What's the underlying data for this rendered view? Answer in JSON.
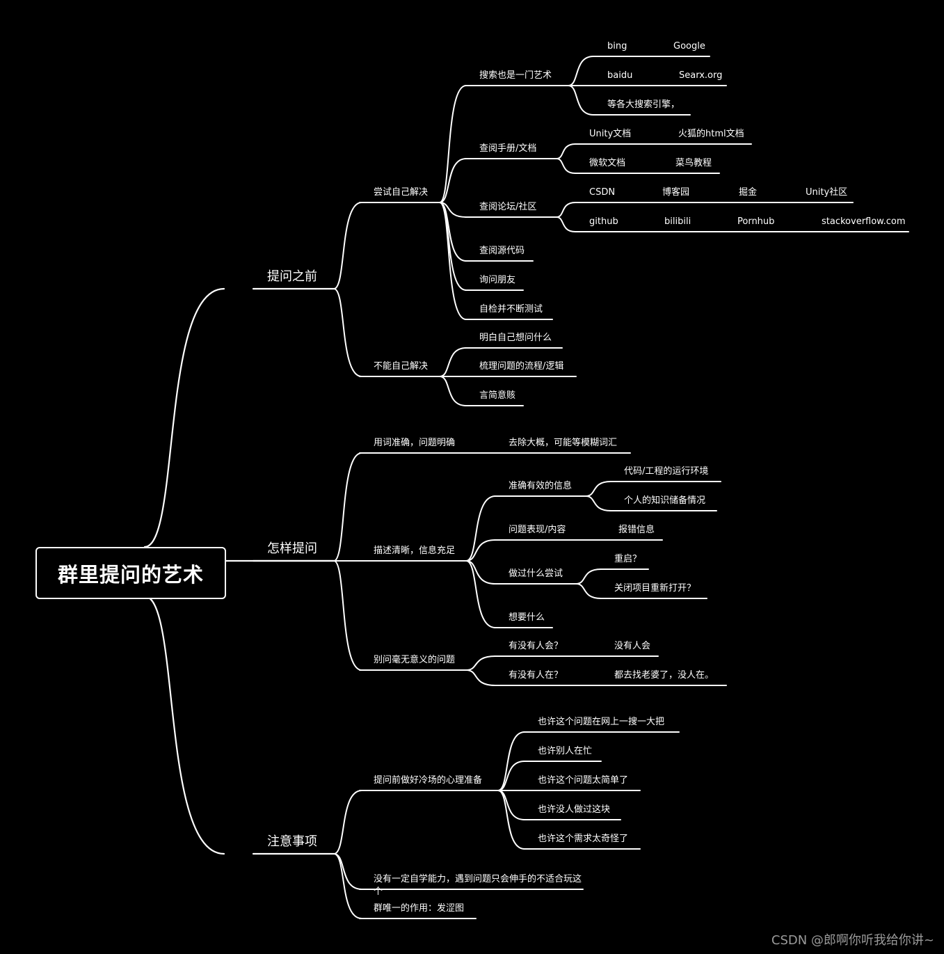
{
  "root": "群里提问的艺术",
  "branches": {
    "before": {
      "label": "提问之前",
      "self": {
        "label": "尝试自己解决",
        "search": {
          "label": "搜索也是一门艺术",
          "items": [
            "bing",
            "Google",
            "baidu",
            "Searx.org",
            "等各大搜索引擎，"
          ]
        },
        "docs": {
          "label": "查阅手册/文档",
          "items": [
            "Unity文档",
            "火狐的html文档",
            "微软文档",
            "菜鸟教程"
          ]
        },
        "forum": {
          "label": "查阅论坛/社区",
          "items": [
            "CSDN",
            "博客园",
            "掘金",
            "Unity社区",
            "github",
            "bilibili",
            "Pornhub",
            "stackoverflow.com"
          ]
        },
        "source": "查阅源代码",
        "friends": "询问朋友",
        "test": "自检并不断测试"
      },
      "cannot": {
        "label": "不能自己解决",
        "items": [
          "明白自己想问什么",
          "梳理问题的流程/逻辑",
          "言简意赅"
        ]
      }
    },
    "how": {
      "label": "怎样提问",
      "words": {
        "label": "用词准确，问题明确",
        "item": "去除大概，可能等模糊词汇"
      },
      "describe": {
        "label": "描述清晰，信息充足",
        "accurate": {
          "label": "准确有效的信息",
          "items": [
            "代码/工程的运行环境",
            "个人的知识储备情况"
          ]
        },
        "symptom": {
          "label": "问题表现/内容",
          "item": "报错信息"
        },
        "tried": {
          "label": "做过什么尝试",
          "items": [
            "重启？",
            "关闭项目重新打开？"
          ]
        },
        "want": "想要什么"
      },
      "meaningless": {
        "label": "别问毫无意义的问题",
        "q1": {
          "label": "有没有人会？",
          "answer": "没有人会"
        },
        "q2": {
          "label": "有没有人在？",
          "answer": "都去找老婆了，没人在。"
        }
      }
    },
    "notes": {
      "label": "注意事项",
      "prepare": {
        "label": "提问前做好冷场的心理准备",
        "items": [
          "也许这个问题在网上一搜一大把",
          "也许别人在忙",
          "也许这个问题太简单了",
          "也许没人做过这块",
          "也许这个需求太奇怪了"
        ]
      },
      "ability": "没有一定自学能力，遇到问题只会伸手的不适合玩这个",
      "purpose": "群唯一的作用：发涩图"
    }
  },
  "footer": "CSDN @郎啊你听我给你讲~"
}
